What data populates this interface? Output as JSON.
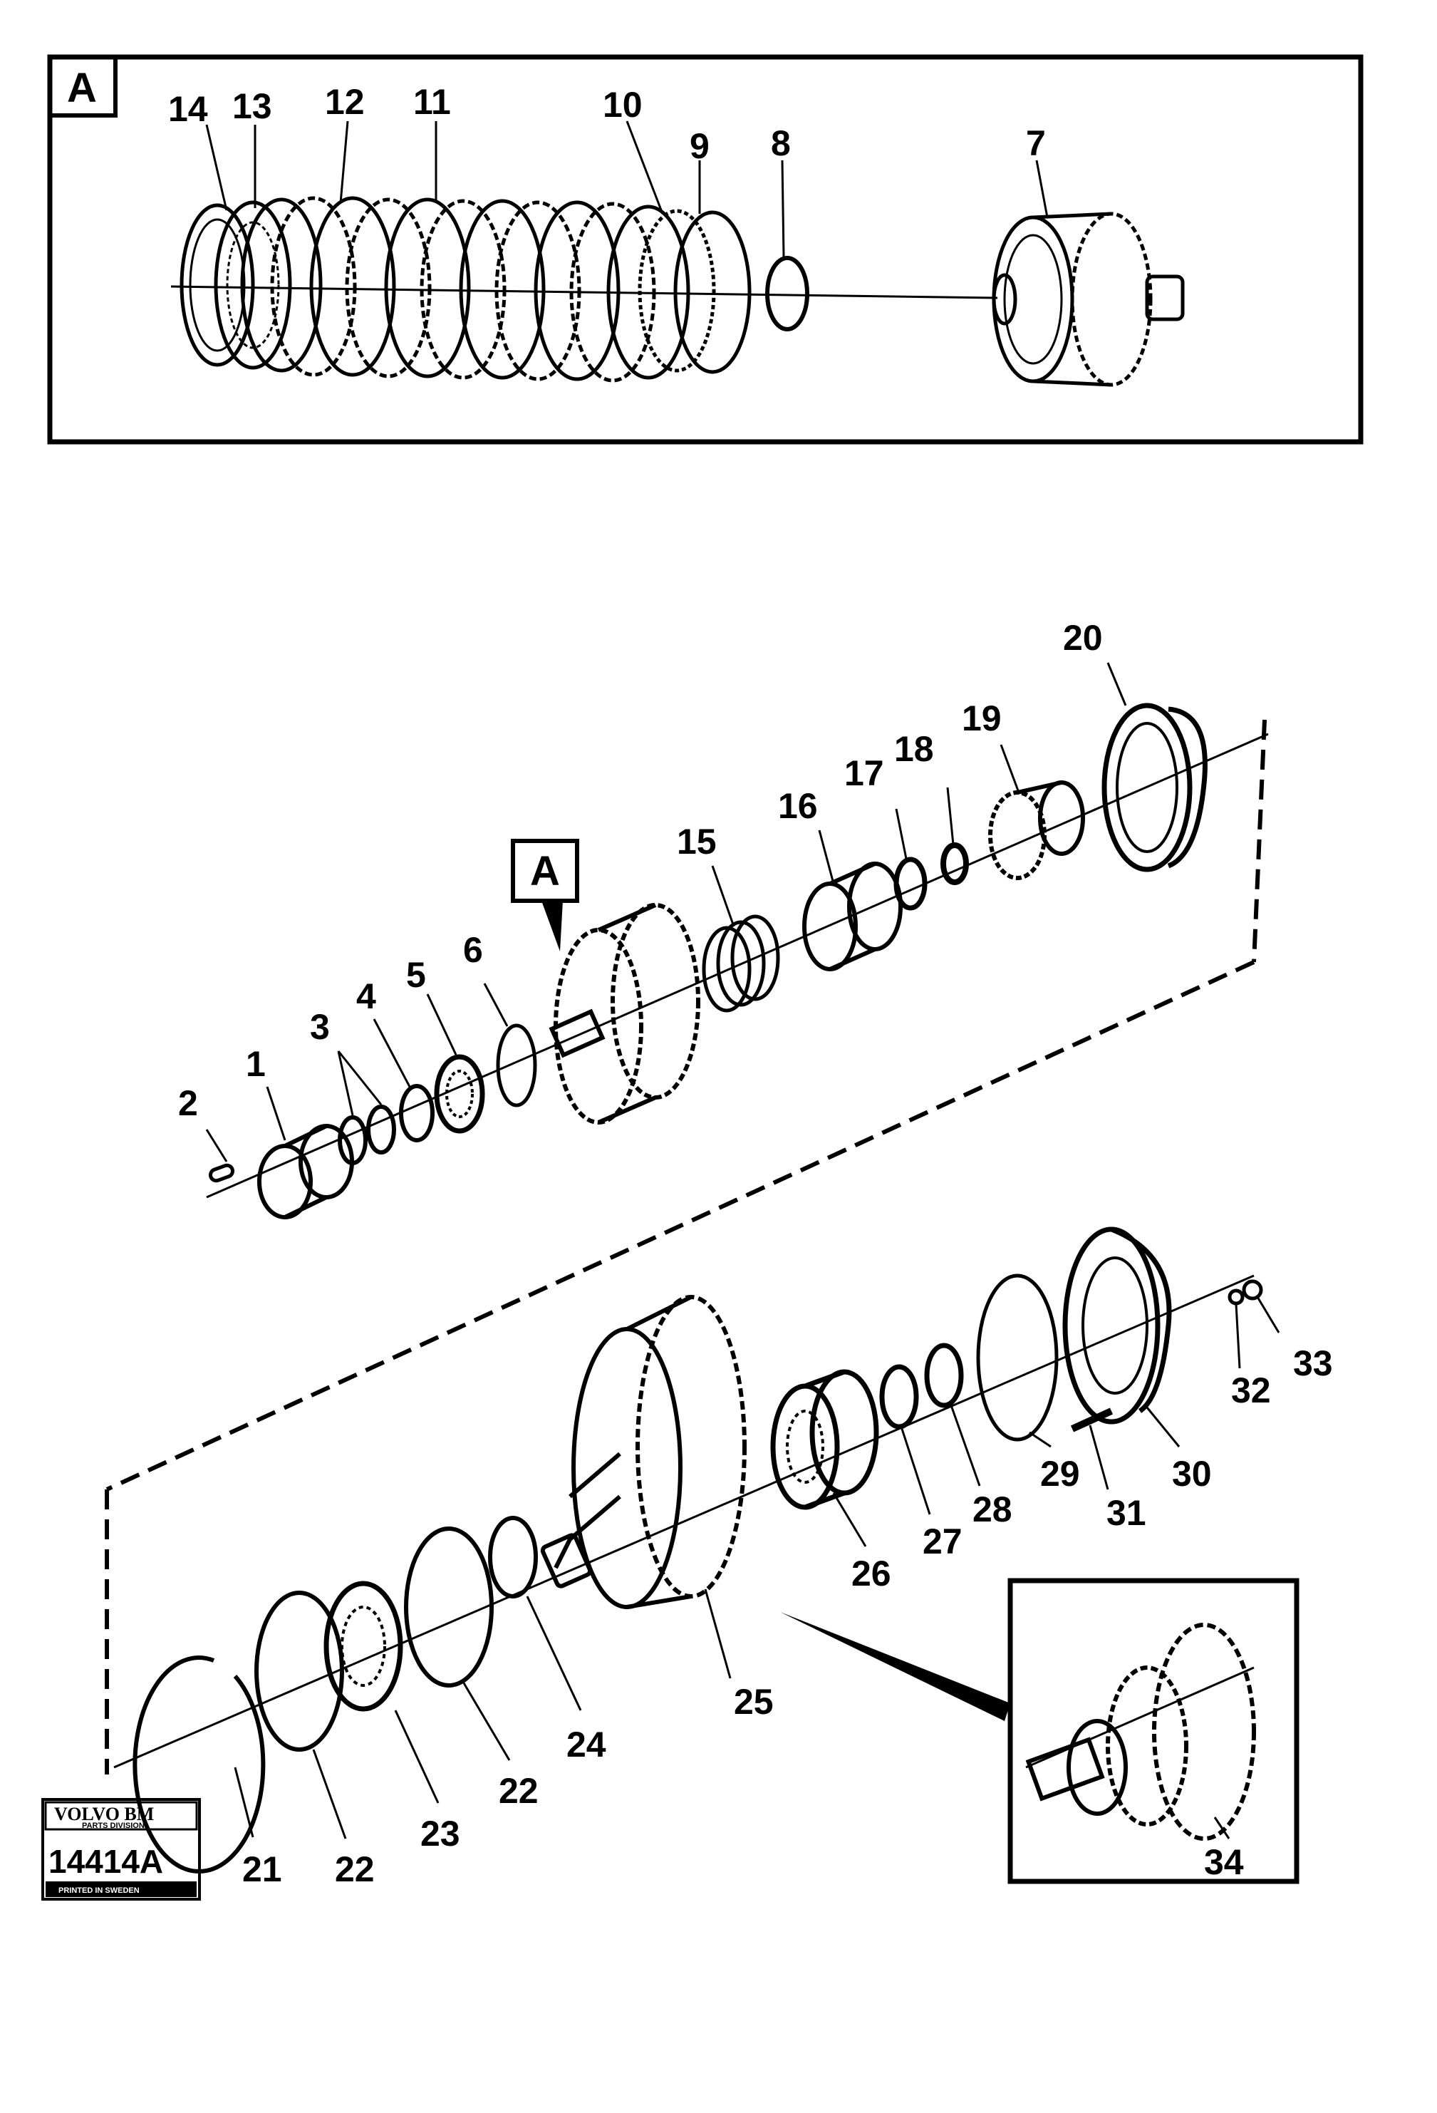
{
  "detail": {
    "letter": "A",
    "callout_letter": "A"
  },
  "labels": {
    "n1": "1",
    "n2": "2",
    "n3": "3",
    "n4": "4",
    "n5": "5",
    "n6": "6",
    "n7": "7",
    "n8": "8",
    "n9": "9",
    "n10": "10",
    "n11": "11",
    "n12": "12",
    "n13": "13",
    "n14": "14",
    "n15": "15",
    "n16": "16",
    "n17": "17",
    "n18": "18",
    "n19": "19",
    "n20": "20",
    "n21": "21",
    "n22a": "22",
    "n22b": "22",
    "n23": "23",
    "n24": "24",
    "n25": "25",
    "n26": "26",
    "n27": "27",
    "n28": "28",
    "n29": "29",
    "n30": "30",
    "n31": "31",
    "n32": "32",
    "n33": "33",
    "n34": "34"
  },
  "stamp": {
    "brand": "VOLVO BM",
    "division": "PARTS DIVISION",
    "number": "14414A",
    "printed": "PRINTED IN SWEDEN"
  }
}
